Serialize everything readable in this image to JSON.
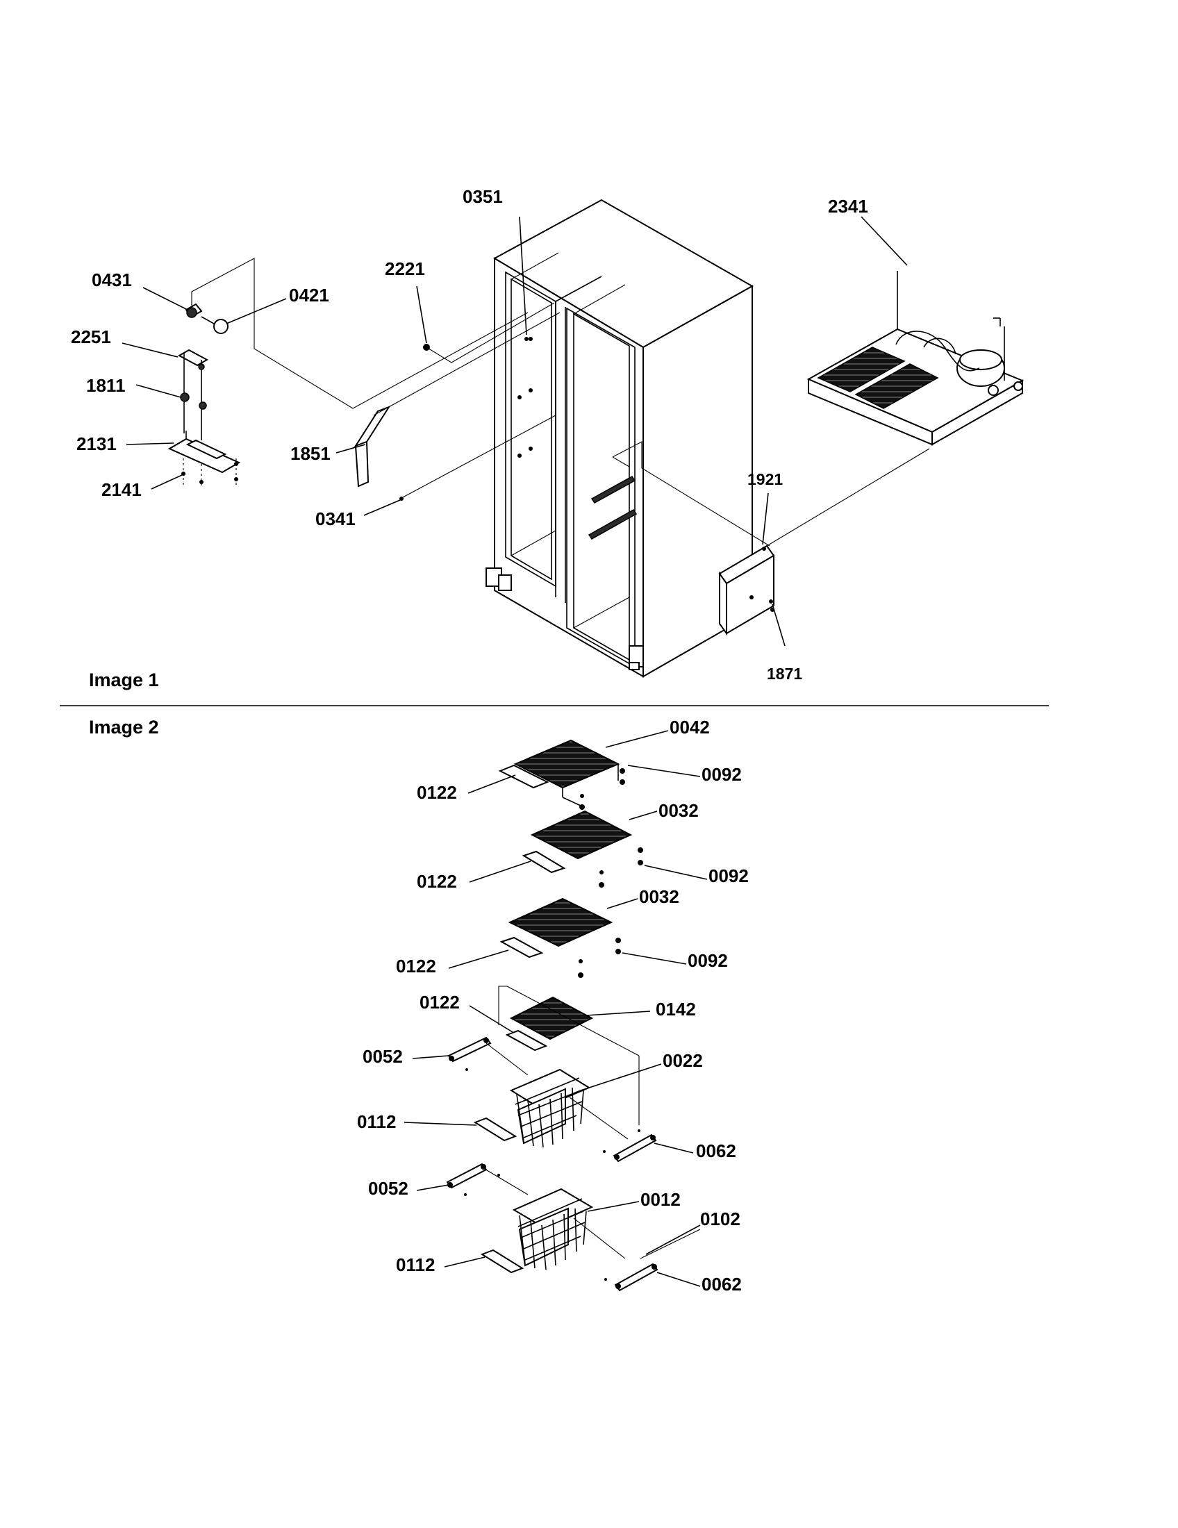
{
  "sections": [
    {
      "title": "Image 1"
    },
    {
      "title": "Image 2"
    }
  ],
  "image1": {
    "labels": {
      "p0351": "0351",
      "p2341": "2341",
      "p0431": "0431",
      "p0421": "0421",
      "p2221": "2221",
      "p2251": "2251",
      "p1811": "1811",
      "p2131": "2131",
      "p2141": "2141",
      "p1851": "1851",
      "p0341": "0341",
      "p1921": "1921",
      "p1871": "1871"
    }
  },
  "image2": {
    "labels": {
      "p0042": "0042",
      "p0092a": "0092",
      "p0122a": "0122",
      "p0032a": "0032",
      "p0092b": "0092",
      "p0122b": "0122",
      "p0032b": "0032",
      "p0092c": "0092",
      "p0122c": "0122",
      "p0122d": "0122",
      "p0142": "0142",
      "p0052a": "0052",
      "p0022": "0022",
      "p0112a": "0112",
      "p0062a": "0062",
      "p0052b": "0052",
      "p0012": "0012",
      "p0102": "0102",
      "p0112b": "0112",
      "p0062b": "0062"
    }
  }
}
